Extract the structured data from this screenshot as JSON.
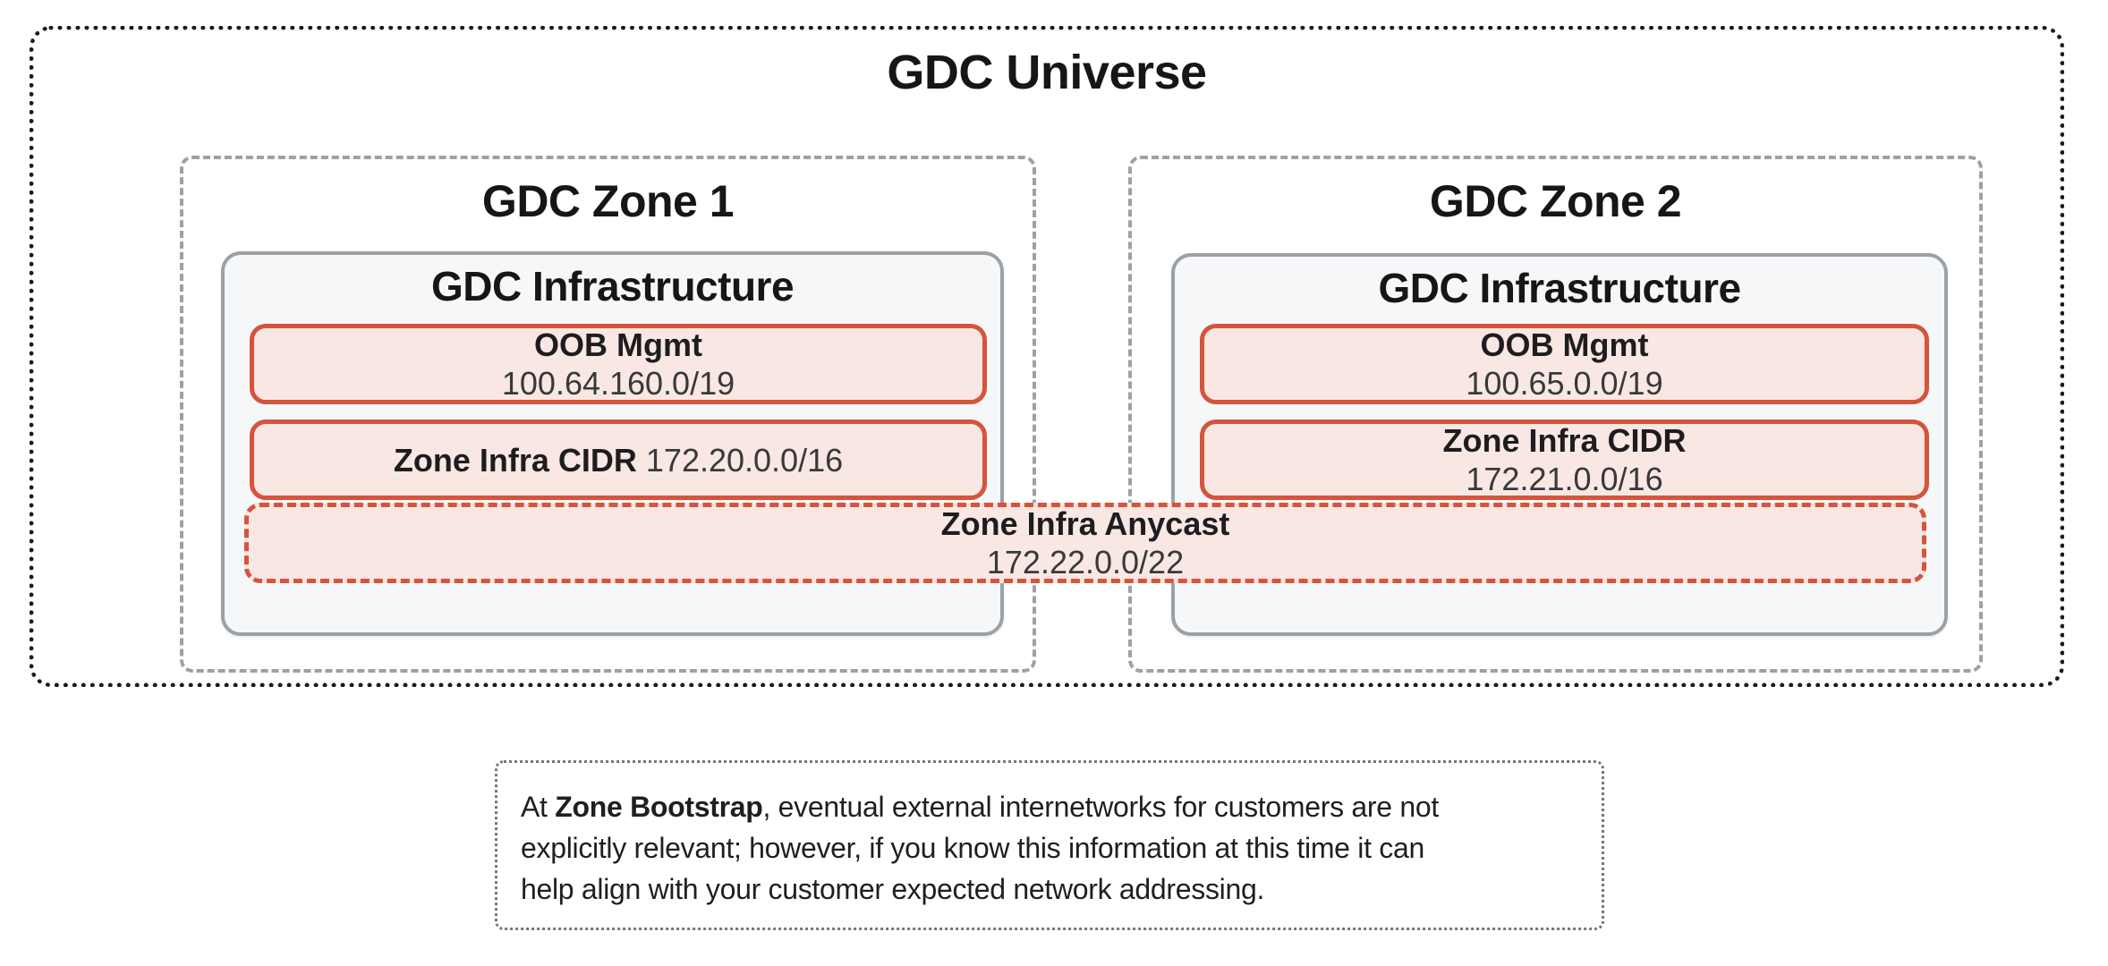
{
  "universe": {
    "title": "GDC Universe"
  },
  "zones": [
    {
      "title": "GDC Zone 1",
      "infrastructure": {
        "title": "GDC Infrastructure",
        "oob": {
          "label": "OOB Mgmt",
          "cidr": "100.64.160.0/19"
        },
        "zone_infra": {
          "label": "Zone Infra CIDR",
          "cidr": "172.20.0.0/16"
        }
      }
    },
    {
      "title": "GDC Zone 2",
      "infrastructure": {
        "title": "GDC Infrastructure",
        "oob": {
          "label": "OOB Mgmt",
          "cidr": "100.65.0.0/19"
        },
        "zone_infra": {
          "label": "Zone Infra CIDR",
          "cidr": "172.21.0.0/16"
        }
      }
    }
  ],
  "anycast": {
    "label": "Zone Infra Anycast",
    "cidr": "172.22.0.0/22"
  },
  "note": {
    "prefix": "At ",
    "bold": "Zone Bootstrap",
    "line1_rest": ", eventual external internetworks for customers are not",
    "line2": "explicitly relevant; however, if you know this information at this time it can",
    "line3": "help align with your customer expected network addressing."
  },
  "colors": {
    "red_border": "#d5543c",
    "red_fill": "#f8e7e3",
    "gray_border": "#9ba1a7",
    "infra_fill": "#f6f7f9",
    "outer_dotted": "#1c1c1c",
    "note_dotted": "#73777c"
  }
}
